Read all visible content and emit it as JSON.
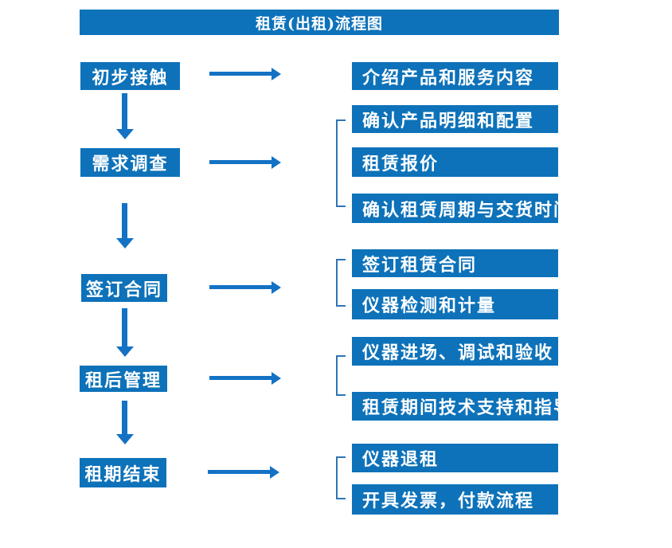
{
  "title": "租赁(出租)流程图",
  "colors": {
    "box_blue": "#0d72b9",
    "arrow_blue": "#1372c4",
    "bracket_blue": "#2e74b5",
    "text_white": "#ffffff",
    "background": "#ffffff"
  },
  "stages": [
    {
      "label": "初步接触",
      "outputs": [
        "介绍产品和服务内容"
      ]
    },
    {
      "label": "需求调查",
      "outputs": [
        "确认产品明细和配置",
        "租赁报价",
        "确认租赁周期与交货时间"
      ]
    },
    {
      "label": "签订合同",
      "outputs": [
        "签订租赁合同",
        "仪器检测和计量"
      ]
    },
    {
      "label": "租后管理",
      "outputs": [
        "仪器进场、调试和验收",
        "租赁期间技术支持和指导"
      ]
    },
    {
      "label": "租期结束",
      "outputs": [
        "仪器退租",
        "开具发票，付款流程"
      ]
    }
  ]
}
